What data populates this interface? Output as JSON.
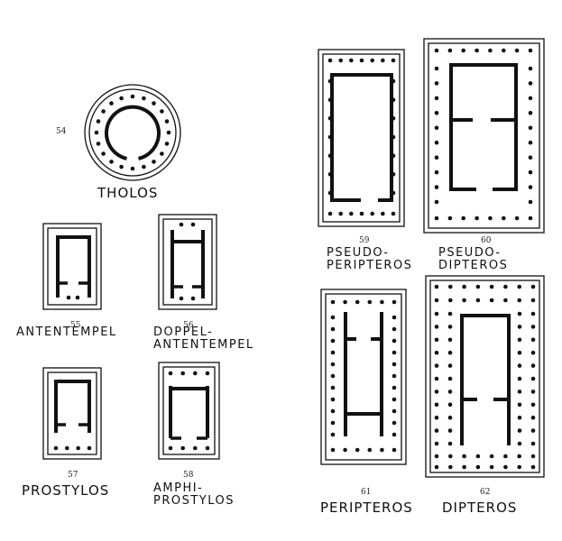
{
  "plans": [
    {
      "id": "tholos",
      "number": "54",
      "label_lines": [
        "THOLOS"
      ]
    },
    {
      "id": "antentempel",
      "number": "55",
      "label_lines": [
        "ANTENTEMPEL"
      ]
    },
    {
      "id": "doppel-antentempel",
      "number": "56",
      "label_lines": [
        "DOPPEL-",
        "ANTENTEMPEL"
      ]
    },
    {
      "id": "prostylos",
      "number": "57",
      "label_lines": [
        "PROSTYLOS"
      ]
    },
    {
      "id": "amphiprostylos",
      "number": "58",
      "label_lines": [
        "AMPHI-",
        "PROSTYLOS"
      ]
    },
    {
      "id": "pseudoperipteros",
      "number": "59",
      "label_lines": [
        "PSEUDO-",
        "PERIPTEROS"
      ]
    },
    {
      "id": "pseudodipteros",
      "number": "60",
      "label_lines": [
        "PSEUDO-",
        "DIPTEROS"
      ]
    },
    {
      "id": "peripteros",
      "number": "61",
      "label_lines": [
        "PERIPTEROS"
      ]
    },
    {
      "id": "dipteros",
      "number": "62",
      "label_lines": [
        "DIPTEROS"
      ]
    }
  ]
}
